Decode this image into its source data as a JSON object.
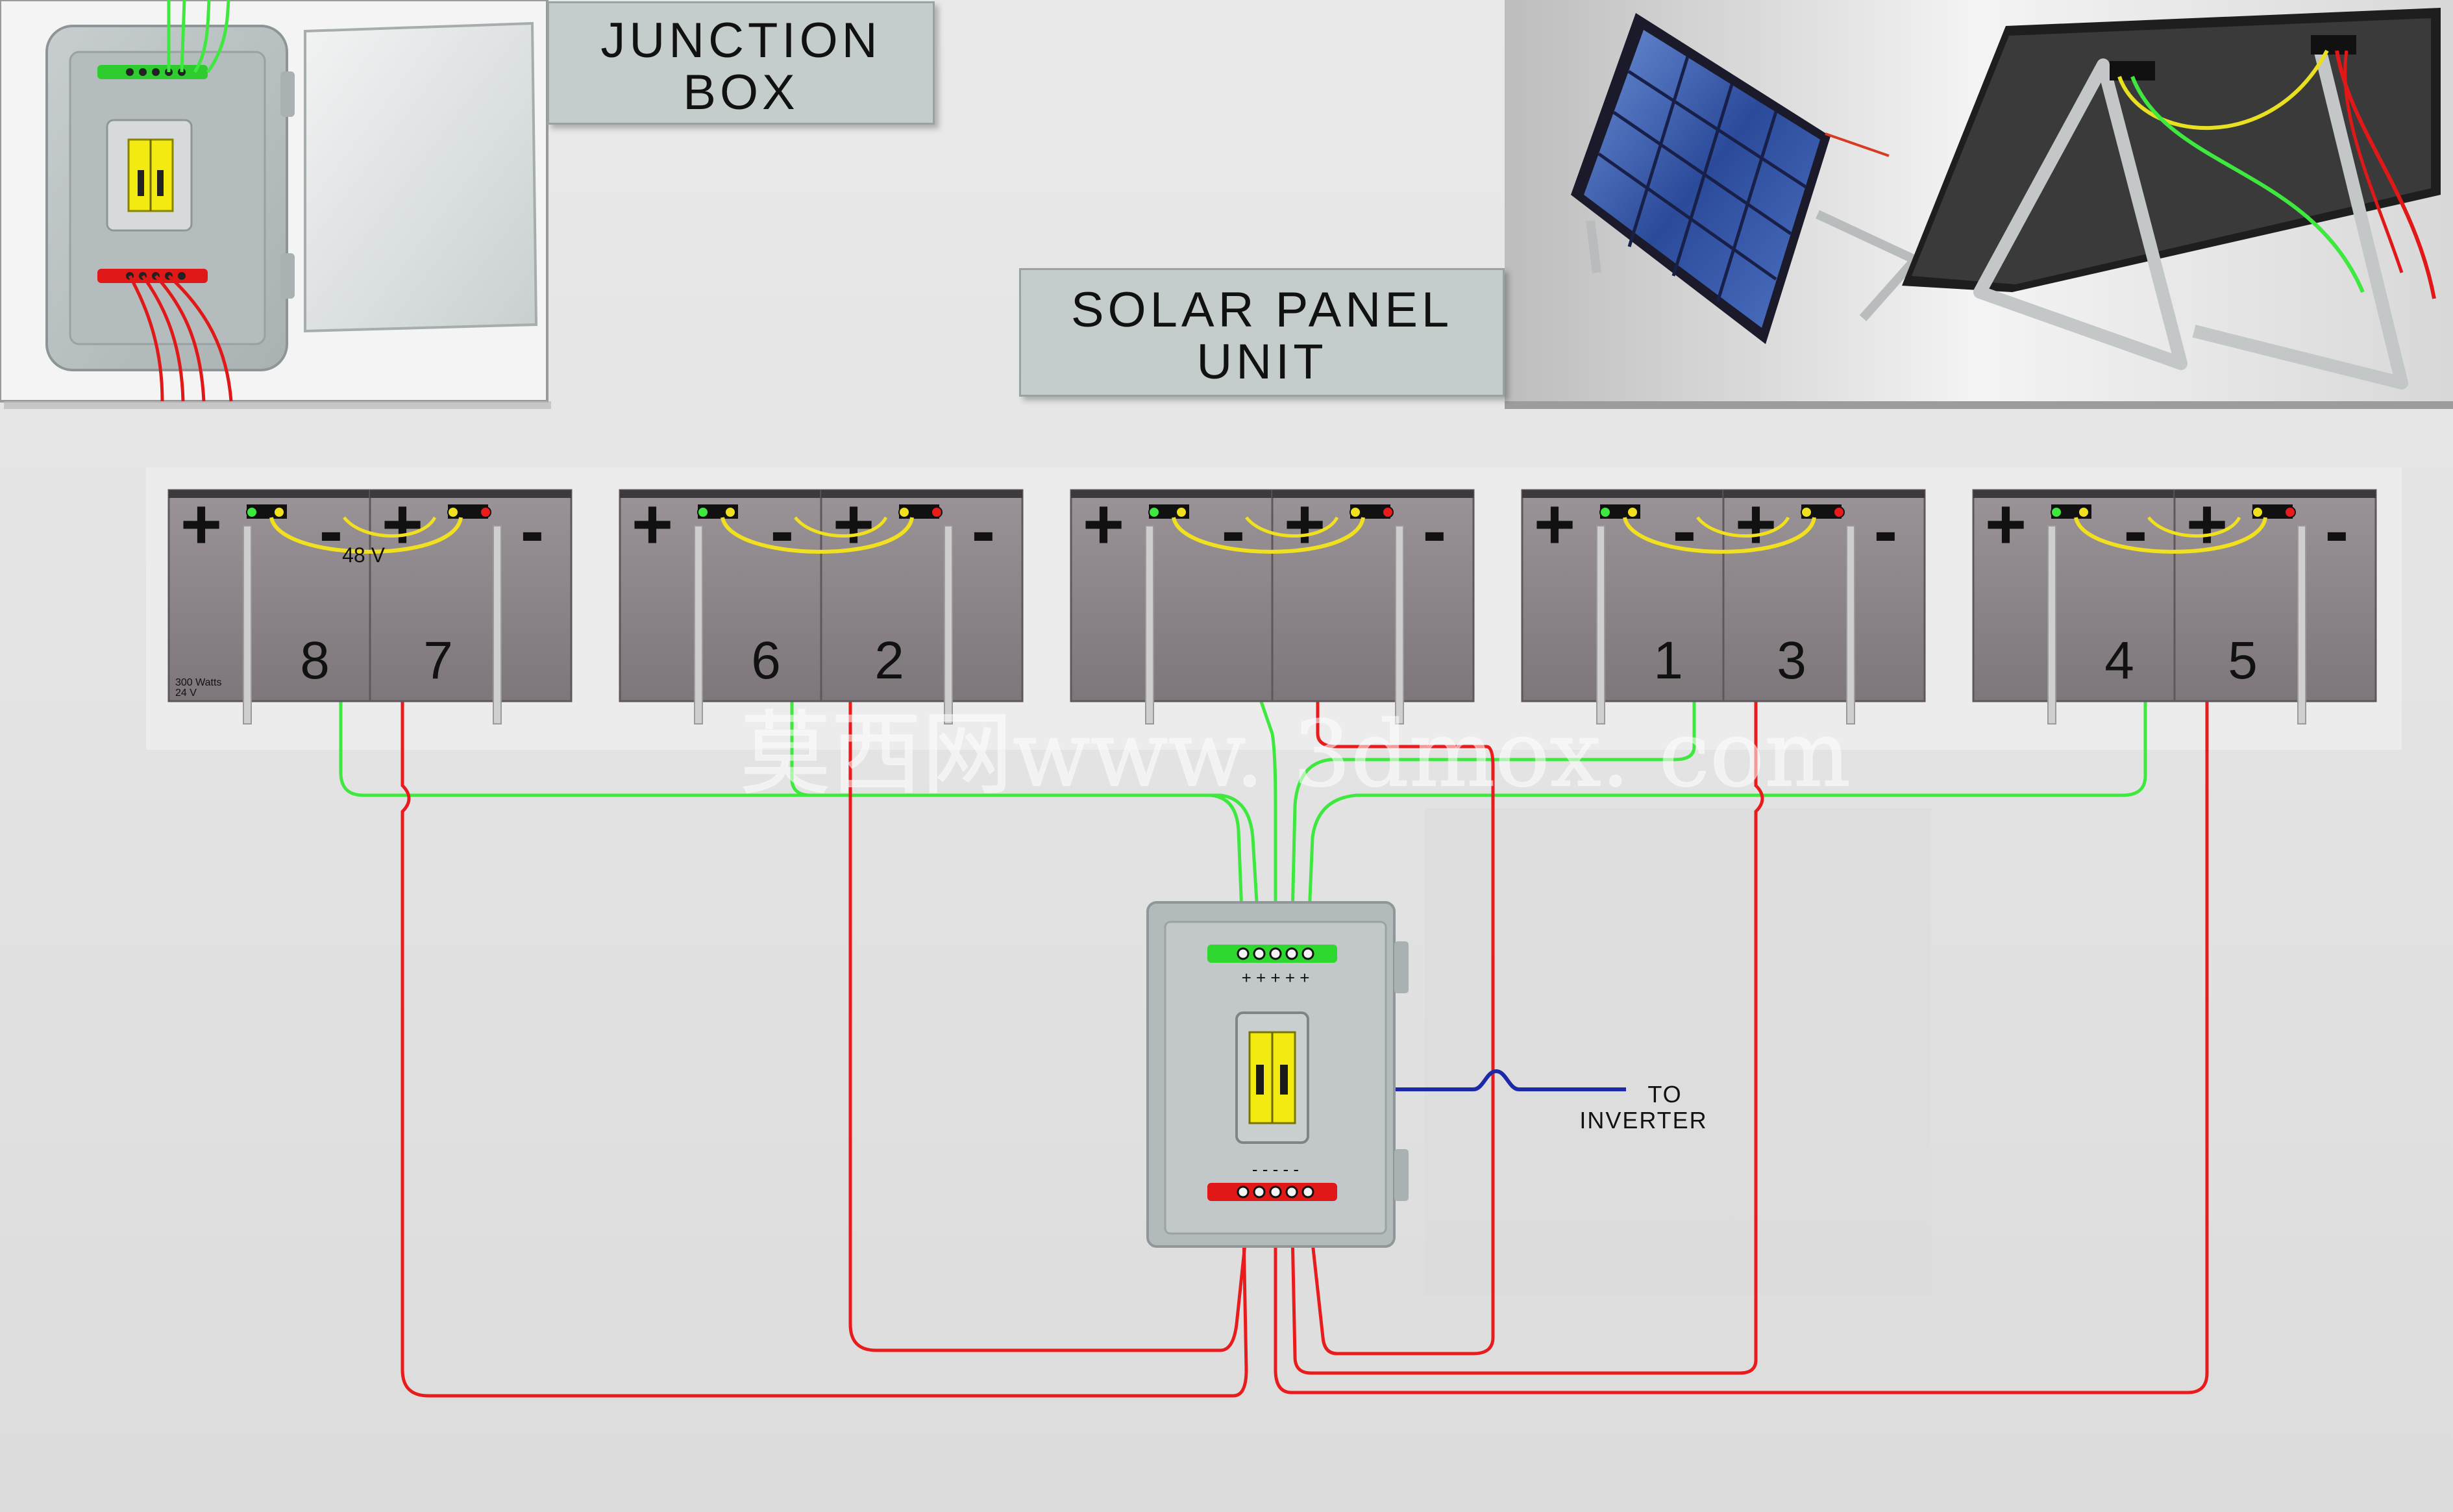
{
  "labels": {
    "junction_box": [
      "JUNCTION",
      "BOX"
    ],
    "solar_panel_unit": [
      "SOLAR PANEL",
      "UNIT"
    ],
    "to_inverter": [
      "TO",
      "INVERTER"
    ],
    "voltage": "48 V",
    "battery_rating": [
      "300 Watts",
      "24 V"
    ],
    "watermark": "莫西网www. 3dmox. com",
    "plus_terminal_marks": "+ + + + +",
    "minus_terminal_marks": "- - - - -"
  },
  "battery_pairs": [
    {
      "left_number": "8",
      "right_number": "7"
    },
    {
      "left_number": "6",
      "right_number": "2"
    },
    {
      "left_number": "",
      "right_number": ""
    },
    {
      "left_number": "1",
      "right_number": "3"
    },
    {
      "left_number": "4",
      "right_number": "5"
    }
  ],
  "terminal_symbols": {
    "plus": "+",
    "minus": "-"
  },
  "colors": {
    "positive_wire": "#3ee83e",
    "negative_wire": "#e81c1c",
    "series_link_wire": "#f0e020",
    "inverter_wire": "#1c2aa8",
    "battery_body": "#8c8589",
    "breaker": "#f2ea10"
  }
}
